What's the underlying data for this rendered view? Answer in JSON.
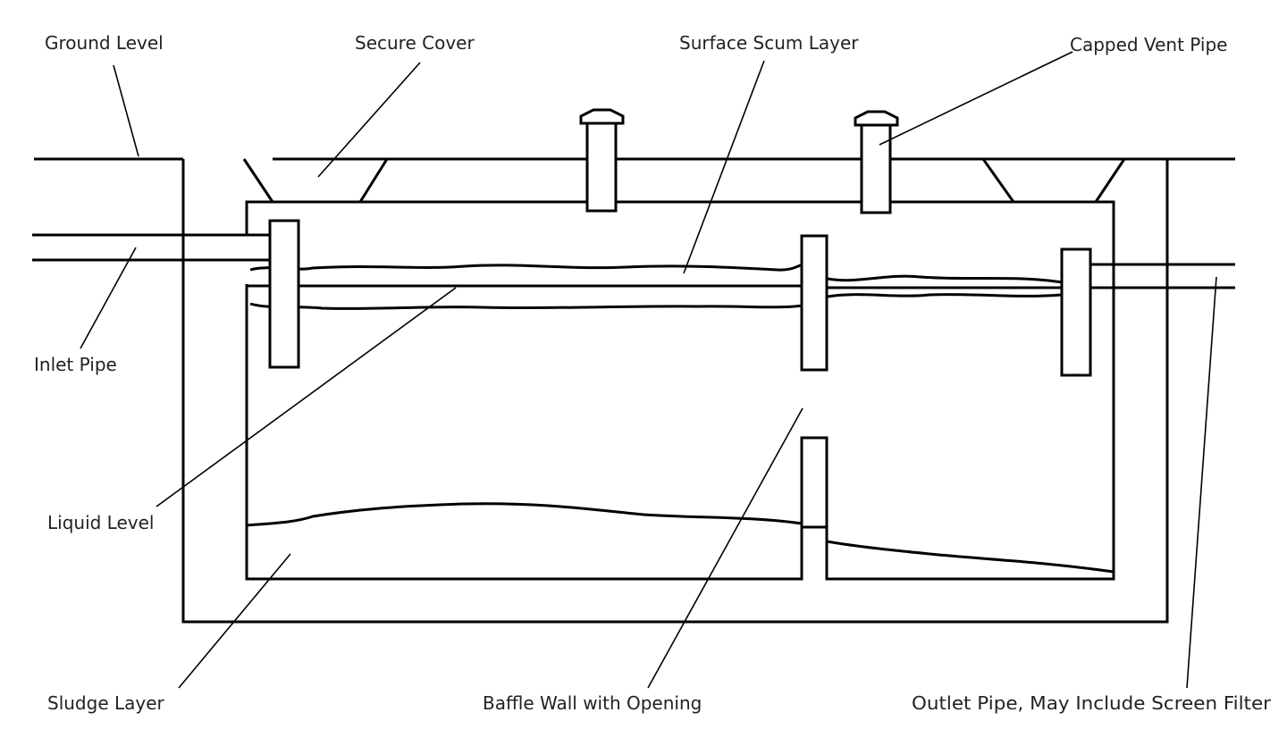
{
  "labels": {
    "ground_level": "Ground Level",
    "secure_cover": "Secure Cover",
    "surface_scum_layer": "Surface Scum Layer",
    "capped_vent_pipe": "Capped Vent Pipe",
    "inlet_pipe": "Inlet Pipe",
    "liquid_level": "Liquid Level",
    "sludge_layer": "Sludge Layer",
    "baffle_wall": "Baffle Wall with Opening",
    "outlet_pipe": "Outlet Pipe, May Include Screen Filter"
  },
  "colors": {
    "line": "#000000",
    "text": "#222222",
    "background": "#ffffff"
  }
}
